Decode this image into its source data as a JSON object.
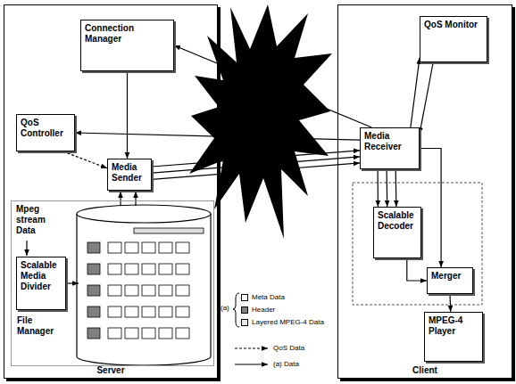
{
  "diagram": {
    "nodes": [
      {
        "text": [
          "Server"
        ]
      },
      {
        "text": [
          "Connection Manager"
        ],
        "in": 0
      },
      {
        "text": [
          "QoS Controller"
        ],
        "in": 0
      },
      {
        "text": [
          "Media Sender"
        ],
        "in": 0
      },
      {
        "text": [
          "File Manager"
        ],
        "in": 0
      },
      {
        "text": [
          "Scalable Media Divider"
        ],
        "in": 4
      },
      {
        "text": [
          "Client"
        ]
      },
      {
        "text": [
          "QoS Monitor"
        ],
        "in": 6
      },
      {
        "text": [
          "Media Receiver"
        ],
        "in": 6
      },
      {
        "text": [
          "Scalable Decoder"
        ],
        "in": 6
      },
      {
        "text": [
          "Merger"
        ],
        "in": 6
      },
      {
        "text": [
          "MPEG-4 Player"
        ],
        "in": 6
      }
    ],
    "edges": [
      {
        "from": 8,
        "to": 1,
        "arrow": "to"
      },
      {
        "from": 1,
        "to": 3,
        "arrow": "to"
      },
      {
        "from": 8,
        "to": 2,
        "arrow": "to"
      },
      {
        "from": 2,
        "to": 3,
        "arrow": "to"
      },
      {
        "from": 3,
        "to": 8,
        "arrow": "to"
      },
      {
        "from": 3,
        "to": 8,
        "arrow": "to"
      },
      {
        "from": 3,
        "to": 8,
        "arrow": "to"
      },
      {
        "from": 8,
        "to": 7,
        "arrow": "to"
      },
      {
        "from": 7,
        "to": 8,
        "arrow": "to"
      },
      {
        "from": 8,
        "to": 9,
        "arrow": "to"
      },
      {
        "from": 8,
        "to": 9,
        "arrow": "to"
      },
      {
        "from": 8,
        "to": 9,
        "arrow": "to"
      },
      {
        "from": 8,
        "to": 10,
        "arrow": "to"
      },
      {
        "from": 9,
        "to": 10,
        "arrow": "to"
      },
      {
        "from": 10,
        "to": 11,
        "arrow": "to"
      }
    ],
    "labels": [
      "Mpeg stream Data",
      "(a)"
    ],
    "legend": [
      {
        "text": "Meta Data",
        "color": "#ffffff"
      },
      {
        "text": "Header",
        "color": "#808080"
      },
      {
        "text": "Layered MPEG-4 Data",
        "color": "#e8e8e8"
      },
      {
        "text": "QoS Data"
      },
      {
        "text": "(a) Data"
      }
    ]
  }
}
